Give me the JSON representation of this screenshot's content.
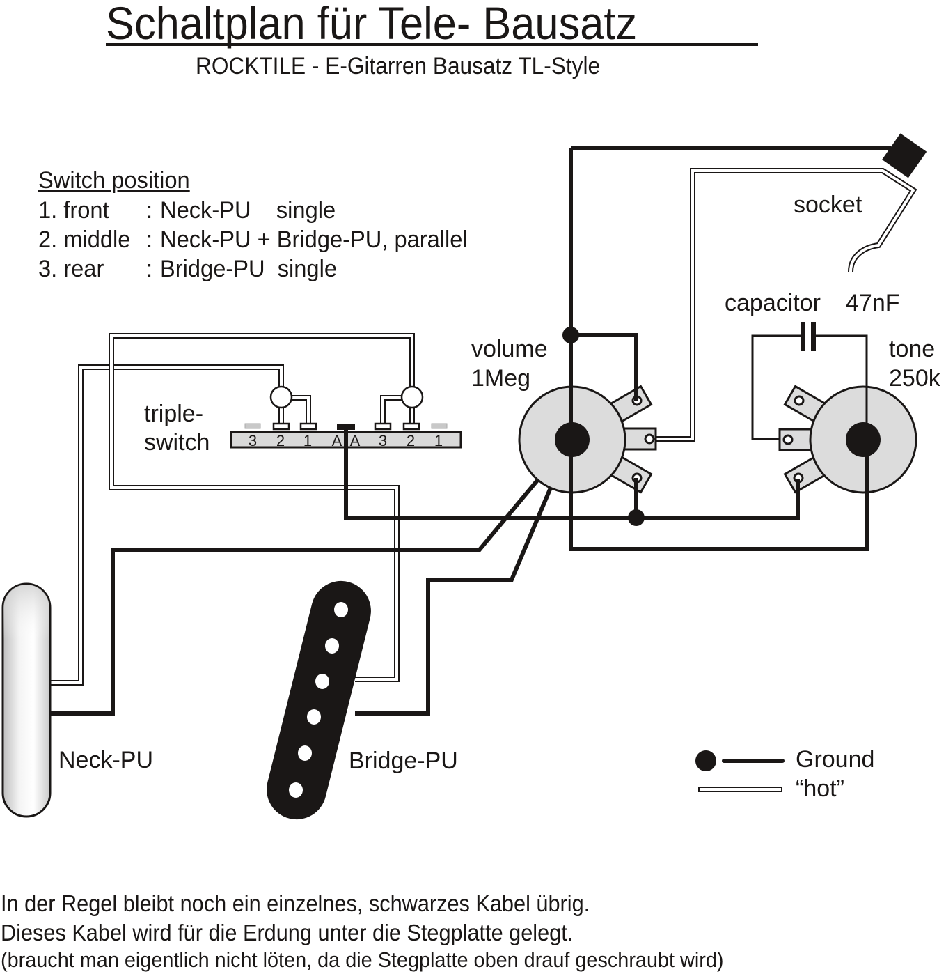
{
  "title": "Schaltplan für Tele- Bausatz",
  "subtitle": "ROCKTILE - E-Gitarren Bausatz TL-Style",
  "switch_positions": {
    "heading": "Switch position",
    "items": [
      {
        "pos": "1. front",
        "sep": ":",
        "desc": "Neck-PU    single"
      },
      {
        "pos": "2. middle",
        "sep": ":",
        "desc": "Neck-PU + Bridge-PU, parallel"
      },
      {
        "pos": "3. rear",
        "sep": ":",
        "desc": "Bridge-PU  single"
      }
    ]
  },
  "components": {
    "switch_label_line1": "triple-",
    "switch_label_line2": "switch",
    "switch_terminals": [
      "3",
      "2",
      "1",
      "A",
      "A",
      "3",
      "2",
      "1"
    ],
    "volume_label": "volume",
    "volume_value": "1Meg",
    "tone_label": "tone",
    "tone_value": "250k",
    "capacitor_label": "capacitor",
    "capacitor_value": "47nF",
    "socket_label": "socket",
    "neck_pickup_label": "Neck-PU",
    "bridge_pickup_label": "Bridge-PU"
  },
  "wire_legend": {
    "ground": "Ground",
    "hot": "“hot”"
  },
  "colors": {
    "ground_wire": "#1a1716",
    "pot_body": "#dcdcdc",
    "switch_body": "#d9d9d9",
    "background": "#ffffff"
  },
  "notes": [
    "In der Regel bleibt noch ein einzelnes, schwarzes Kabel übrig.",
    "Dieses Kabel wird für die Erdung unter die Stegplatte gelegt.",
    "(braucht man eigentlich nicht löten, da die Stegplatte oben drauf geschraubt wird)"
  ]
}
